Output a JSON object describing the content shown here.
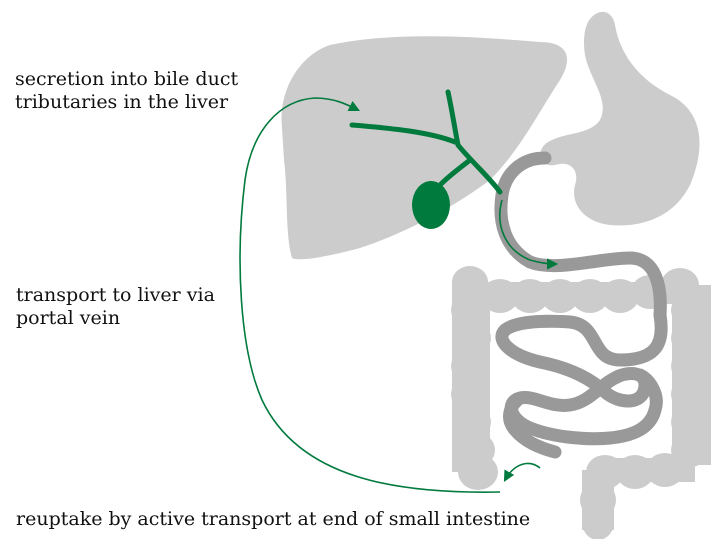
{
  "labels": {
    "secretion": {
      "line1": "secretion into bile duct",
      "line2": "tributaries in the liver"
    },
    "transport": {
      "line1": "transport to liver via",
      "line2": "portal vein"
    },
    "reuptake": {
      "line1": "reuptake by active transport at end of small intestine"
    }
  },
  "colors": {
    "organ": "#cccccc",
    "small_intestine": "#999999",
    "bile_system": "#007a3d",
    "arrow": "#007a3d"
  },
  "organs": [
    "liver",
    "stomach",
    "gallbladder",
    "bile-duct",
    "duodenum",
    "small-intestine",
    "large-intestine"
  ]
}
